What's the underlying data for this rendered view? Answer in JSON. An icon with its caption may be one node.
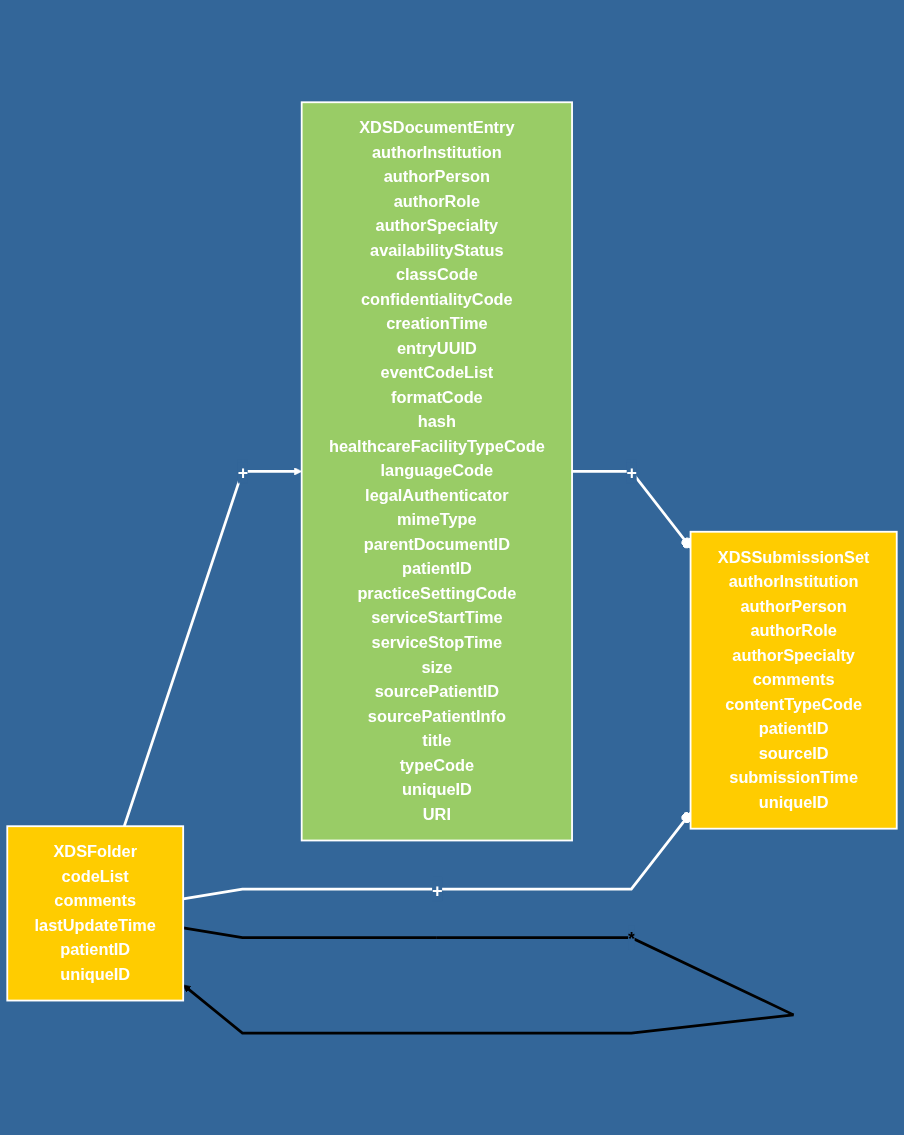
{
  "diagram": {
    "nodes": [
      {
        "text": [
          "XDSSubmissionSet",
          "authorInstitution",
          "authorPerson",
          "authorRole",
          "authorSpecialty",
          "comments",
          "contentTypeCode",
          "patientID",
          "sourceID",
          "submissionTime",
          "uniqueID"
        ]
      },
      {
        "text": [
          "XDSDocumentEntry",
          "authorInstitution",
          "authorPerson",
          "authorRole",
          "authorSpecialty",
          "availabilityStatus",
          "classCode",
          "confidentialityCode",
          "creationTime",
          "entryUUID",
          "eventCodeList",
          "formatCode",
          "hash",
          "healthcareFacilityTypeCode",
          "languageCode",
          "legalAuthenticator",
          "mimeType",
          "parentDocumentID",
          "patientID",
          "practiceSettingCode",
          "serviceStartTime",
          "serviceStopTime",
          "size",
          "sourcePatientID",
          "sourcePatientInfo",
          "title",
          "typeCode",
          "uniqueID",
          "URI"
        ]
      },
      {
        "text": [
          "XDSFolder",
          "codeList",
          "comments",
          "lastUpdateTime",
          "patientID",
          "uniqueID"
        ]
      }
    ],
    "edges": [
      {
        "from": 1,
        "to": 0,
        "arrow": "other",
        "label": "+"
      },
      {
        "from": 2,
        "to": 0,
        "arrow": "other",
        "label": "+"
      },
      {
        "from": 2,
        "to": 2,
        "arrow": "to",
        "label": "*",
        "color": "#000000"
      },
      {
        "from": 2,
        "to": 1,
        "arrow": "to",
        "label": "+"
      }
    ]
  }
}
